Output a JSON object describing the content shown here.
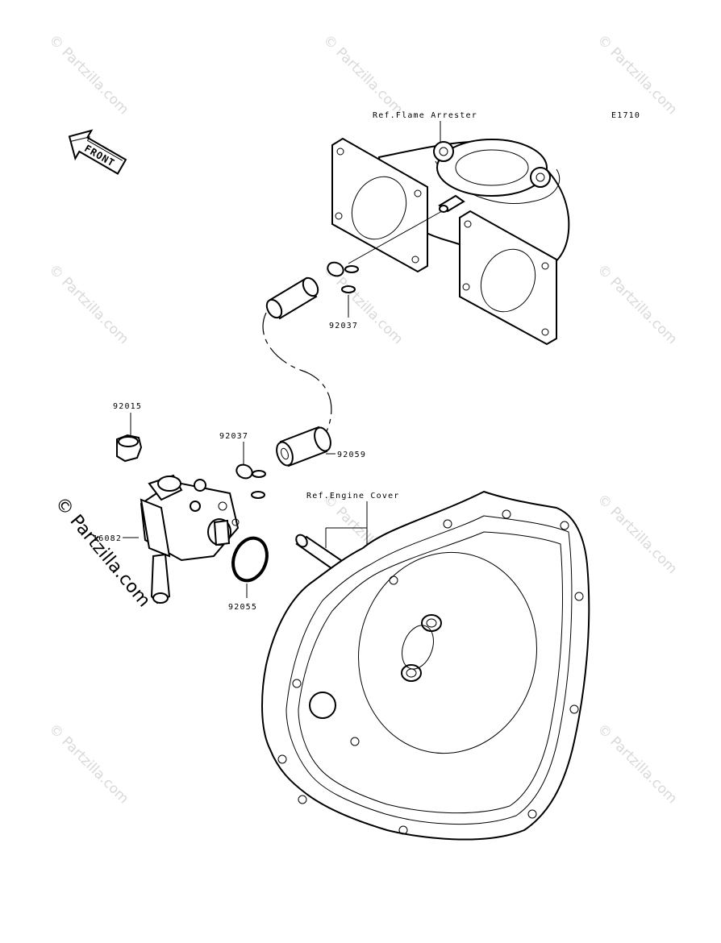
{
  "diagram": {
    "diagram_code": "E1710",
    "front_marker": "FRONT",
    "references": {
      "flame_arrester": "Ref.Flame Arrester",
      "engine_cover": "Ref.Engine Cover"
    },
    "part_numbers": {
      "clip_upper": "92037",
      "nut": "92015",
      "clip_lower": "92037",
      "hose": "92059",
      "valve": "16082",
      "o_ring": "92055"
    }
  },
  "watermarks": {
    "small": "© Partzilla.com",
    "large": "© Partzilla.com"
  }
}
